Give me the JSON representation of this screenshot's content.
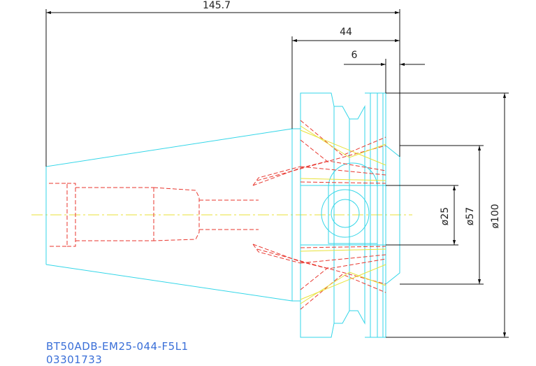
{
  "dimensions": {
    "overall_length": "145.7",
    "flange_length": "44",
    "flange_step": "6",
    "dia_bore": "ø25",
    "dia_step": "ø57",
    "dia_flange": "ø100"
  },
  "part": {
    "model": "BT50ADB-EM25-044-F5L1",
    "code": "03301733"
  },
  "colors": {
    "outline": "#33d6e8",
    "hidden": "#e8362e",
    "center": "#e8e23a",
    "dimension": "#111111",
    "text_blue": "#3a6fd8"
  }
}
